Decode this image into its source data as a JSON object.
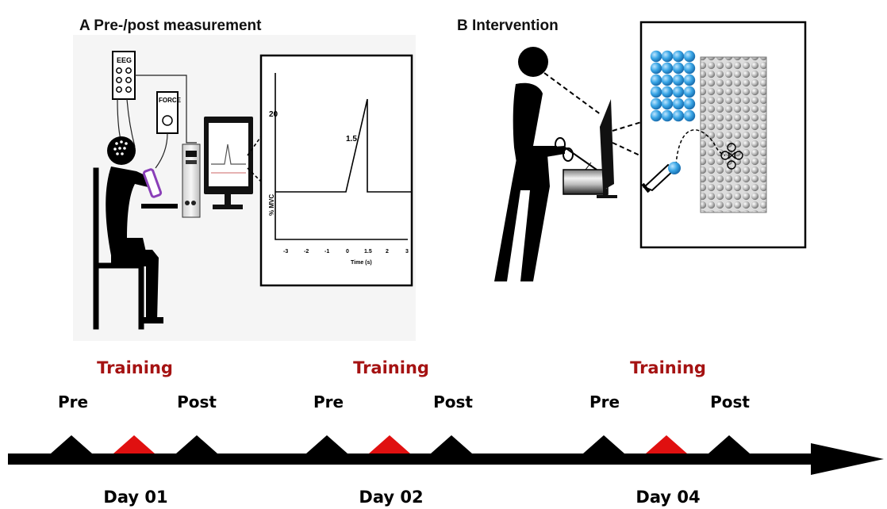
{
  "panels": {
    "a_title": "A Pre-/post measurement",
    "b_title": "B Intervention"
  },
  "equipment_labels": {
    "eeg": "EEG",
    "force": "FORCE"
  },
  "force_trace": {
    "y_label": "% MVC",
    "x_label": "Time (s)",
    "x_ticks": [
      "-3",
      "-2",
      "-1",
      "0",
      "1.5",
      "2",
      "3"
    ],
    "y_tick": "20",
    "ramp_label": "1.5"
  },
  "timeline": {
    "days": [
      {
        "training": "Training",
        "pre": "Pre",
        "post": "Post",
        "day": "Day 01"
      },
      {
        "training": "Training",
        "pre": "Pre",
        "post": "Post",
        "day": "Day 02"
      },
      {
        "training": "Training",
        "pre": "Pre",
        "post": "Post",
        "day": "Day 04"
      }
    ]
  },
  "colors": {
    "training_text": "#a51212",
    "training_marker": "#e01010",
    "session_marker": "#000000",
    "sphere_blue": "#3aa6e6",
    "tool_purple": "#8a3fb8"
  }
}
